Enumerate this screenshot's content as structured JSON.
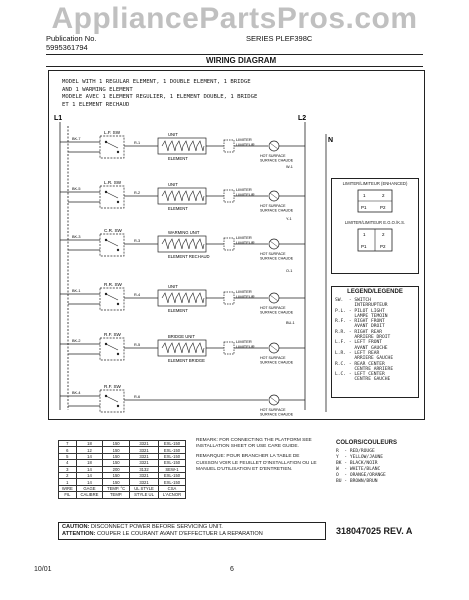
{
  "watermark": "AppliancePartsPros.com",
  "publication": {
    "label": "Publication No.",
    "number": "5995361794",
    "model_label": "SERIES",
    "model": "PLEF398C"
  },
  "diagram_title": "WIRING DIAGRAM",
  "model_note": [
    "MODEL WITH 1 REGULAR ELEMENT, 1 DOUBLE ELEMENT, 1 BRIDGE",
    "AND 1 WARMING ELEMENT",
    "MODELE AVEC 1 ELEMENT REGULIER, 1 ELEMENT DOUBLE, 1 BRIDGE",
    "ET 1 ELEMENT RECHAUD"
  ],
  "lines": {
    "l1": "L1",
    "l2": "L2",
    "n": "N"
  },
  "rows": [
    {
      "switch": "L.F. SW",
      "unit": "UNIT",
      "element": "ELEMENT",
      "limiter": "LIMITER / LIMITEUR",
      "lamp": "HOT SURFACE / SURFACE CHAUDE"
    },
    {
      "switch": "L.R. SW",
      "unit": "UNIT",
      "element": "ELEMENT",
      "limiter": "LIMITER / LIMITEUR",
      "lamp": "HOT SURFACE / SURFACE CHAUDE"
    },
    {
      "switch": "C.R. SW",
      "unit": "WARMING UNIT",
      "element": "ELEMENT RECHAUD",
      "limiter": "LIMITER / LIMITEUR",
      "lamp": "HOT SURFACE / SURFACE CHAUDE"
    },
    {
      "switch": "R.R. SW",
      "unit": "UNIT",
      "element": "ELEMENT",
      "limiter": "LIMITER / LIMITEUR",
      "lamp": "HOT SURFACE / SURFACE CHAUDE"
    },
    {
      "switch": "R.F. SW",
      "unit": "BRIDGE UNIT",
      "element": "ELEMENT BRIDGE",
      "limiter": "LIMITER / LIMITEUR",
      "lamp": "HOT SURFACE / SURFACE CHAUDE"
    },
    {
      "switch": "R.F. SW",
      "unit": "",
      "element": "",
      "limiter": "",
      "lamp": "HOT SURFACE / SURFACE CHAUDE"
    }
  ],
  "wire_tags": [
    "BK-7",
    "BK-5",
    "BK-3",
    "BK-1",
    "BK-2",
    "BK-4",
    "BK-6",
    "R-1",
    "R-2",
    "R-3",
    "R-4",
    "R-5",
    "R-6",
    "W-1",
    "Y-1",
    "O-1",
    "BU-1"
  ],
  "limiter_inset": {
    "top_caption": "LIMITER/LIMITEUR (ENHANCED)",
    "bottom_caption": "LIMITER/LIMITEUR E.G.O./K.S.",
    "terminals_top": [
      "1",
      "2",
      "P1",
      "P2"
    ],
    "terminals_bottom": [
      "1",
      "2",
      "P1",
      "P2"
    ]
  },
  "legend": {
    "title": "LEGEND/LEGENDE",
    "entries": [
      {
        "code": "SW.",
        "en": "SWITCH",
        "fr": "INTERRUPTEUR"
      },
      {
        "code": "P.L.",
        "en": "PILOT LIGHT",
        "fr": "LAMPE TEMOIN"
      },
      {
        "code": "R.F.",
        "en": "RIGHT FRONT",
        "fr": "AVANT DROIT"
      },
      {
        "code": "R.R.",
        "en": "RIGHT REAR",
        "fr": "ARRIERE DROIT"
      },
      {
        "code": "L.F.",
        "en": "LEFT FRONT",
        "fr": "AVANT GAUCHE"
      },
      {
        "code": "L.R.",
        "en": "LEFT REAR",
        "fr": "ARRIERE GAUCHE"
      },
      {
        "code": "R.C.",
        "en": "REAR CENTER",
        "fr": "CENTRE ARRIERE"
      },
      {
        "code": "L.C.",
        "en": "LEFT CENTER",
        "fr": "CENTRE GAUCHE"
      }
    ]
  },
  "spec_table": {
    "rows": [
      [
        "7",
        "18",
        "150",
        "3321",
        "EXL-150"
      ],
      [
        "6",
        "12",
        "150",
        "3321",
        "EXL-150"
      ],
      [
        "5",
        "14",
        "150",
        "3321",
        "EXL-150"
      ],
      [
        "4",
        "18",
        "150",
        "3321",
        "EXL-150"
      ],
      [
        "3",
        "14",
        "200",
        "3132",
        "SEW-1"
      ],
      [
        "2",
        "14",
        "150",
        "3321",
        "EXL-150"
      ],
      [
        "1",
        "14",
        "150",
        "3321",
        "EXL-150"
      ]
    ],
    "header_en": [
      "WIRE",
      "GAGE",
      "TEMP. °C",
      "UL STYLE",
      "CSA"
    ],
    "header_fr": [
      "FIL",
      "CALIBRE",
      "TEMP.",
      "STYLE UL",
      "L'ACNOR"
    ]
  },
  "remark": {
    "en": "REMARK: FOR CONNECTING THE PLATFORM SEE INSTALLATION SHEET OR USE CARE GUIDE.",
    "fr": "REMARQUE: POUR BRANCHER LA TABLE DE CUISSON VOIR LE FEUILLET D'INSTALLATION OU LE MANUEL D'UTILISATION ET D'ENTRETIEN."
  },
  "colors": {
    "title": "COLORS/COULEURS",
    "entries": [
      {
        "code": "R",
        "name": "RED/ROUGE"
      },
      {
        "code": "Y",
        "name": "YELLOW/JAUNE"
      },
      {
        "code": "BK",
        "name": "BLACK/NOIR"
      },
      {
        "code": "W",
        "name": "WHITE/BLANC"
      },
      {
        "code": "O",
        "name": "ORANGE/ORANGE"
      },
      {
        "code": "BU",
        "name": "BROWN/BRUN"
      }
    ]
  },
  "caution": {
    "en_label": "CAUTION:",
    "en": "DISCONNECT POWER BEFORE SERVICING UNIT.",
    "fr_label": "ATTENTION:",
    "fr": "COUPER LE COURANT AVANT D'EFFECTUER LA REPARATION"
  },
  "doc_number": "318047025 REV. A",
  "footer": {
    "date": "10/01",
    "page": "6"
  }
}
